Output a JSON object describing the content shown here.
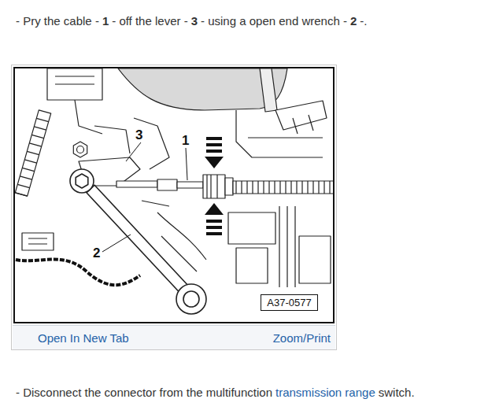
{
  "diagram": {
    "nodes": [
      {
        "text": [
          "Open In New Tab",
          "Zoom/Print"
        ]
      },
      {
        "text": [
          "A37-0577"
        ]
      }
    ],
    "labels": [
      "- Pry the cable -",
      "1",
      "- off the lever -",
      "3",
      "- using a open end wrench -",
      "2",
      "-.",
      "3",
      "1",
      "2",
      "- Disconnect the connector from the multifunction",
      "transmission range",
      "switch."
    ]
  }
}
